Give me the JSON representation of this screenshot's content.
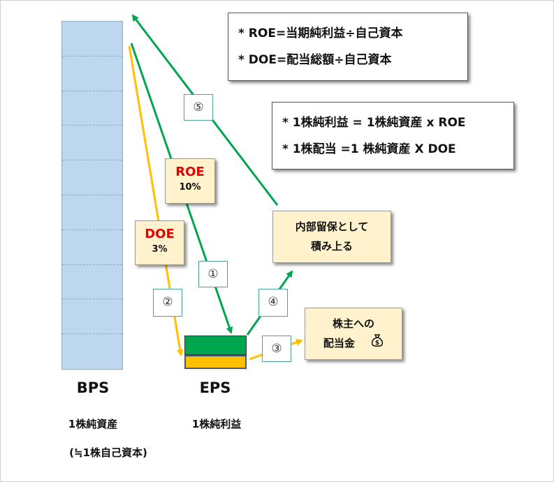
{
  "notes": {
    "ratios": [
      "* ROE=当期純利益÷自己資本",
      "* DOE=配当総額÷自己資本"
    ],
    "per_share": [
      "* 1株純利益 = 1株純資産 x ROE",
      "* 1株配当 =1 株純資産 X DOE"
    ]
  },
  "roe": {
    "label": "ROE",
    "value": "10%"
  },
  "doe": {
    "label": "DOE",
    "value": "3%"
  },
  "steps": [
    "①",
    "②",
    "③",
    "④",
    "⑤"
  ],
  "retain_callout": {
    "line1": "内部留保として",
    "line2": "積み上る"
  },
  "dividend_callout": {
    "line1": "株主への",
    "line2": "配当金",
    "icon": "money-bag-icon"
  },
  "bps": {
    "title": "BPS",
    "sub1": "1株純資産",
    "sub2": "(≒1株自己資本)"
  },
  "eps": {
    "title": "EPS",
    "sub1": "1株純利益"
  },
  "colors": {
    "green": "#00a550",
    "gold": "#ffc000",
    "bps_fill": "#bdd7ee",
    "tag_fill": "#fff2cc",
    "red": "#e60000"
  }
}
